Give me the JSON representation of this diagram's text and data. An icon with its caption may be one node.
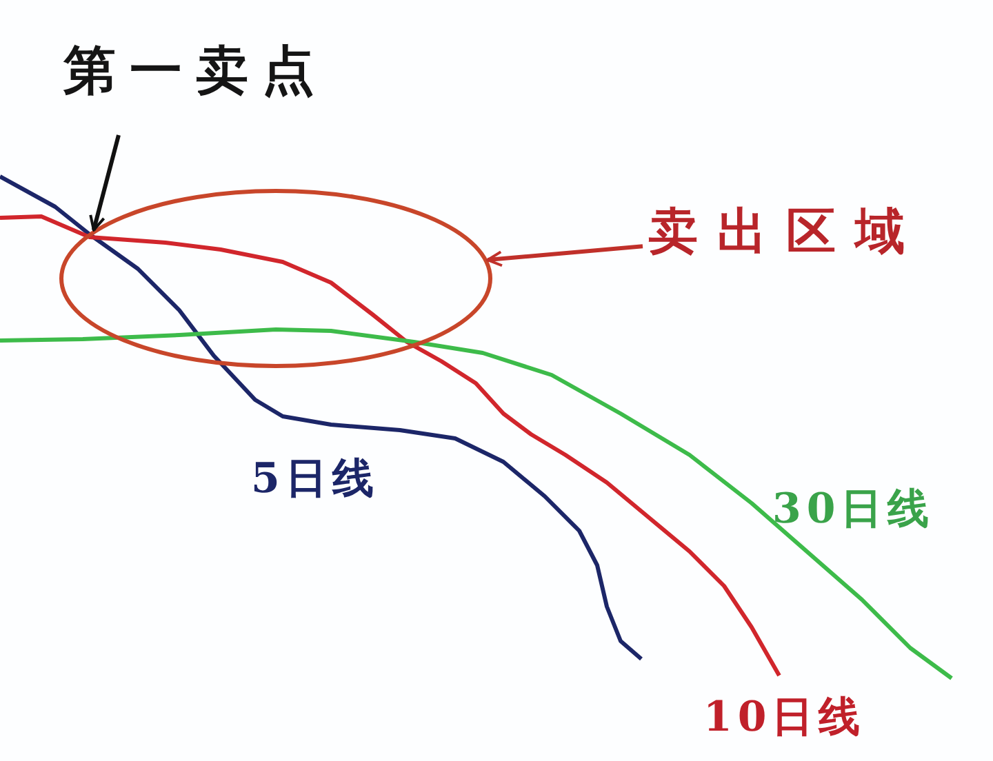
{
  "diagram": {
    "nodes": [
      {
        "text": [
          "第一卖点"
        ]
      },
      {
        "text": [],
        "shape": "ellipse"
      },
      {
        "text": [
          "卖出区域"
        ]
      }
    ],
    "edges": [
      {
        "from": 0,
        "to": 1,
        "arrow": "to",
        "color": "#111111"
      },
      {
        "from": 2,
        "to": 1,
        "arrow": "to",
        "color": "#c0302a"
      }
    ],
    "labels": [
      "5日线",
      "30日线",
      "10日线"
    ]
  }
}
